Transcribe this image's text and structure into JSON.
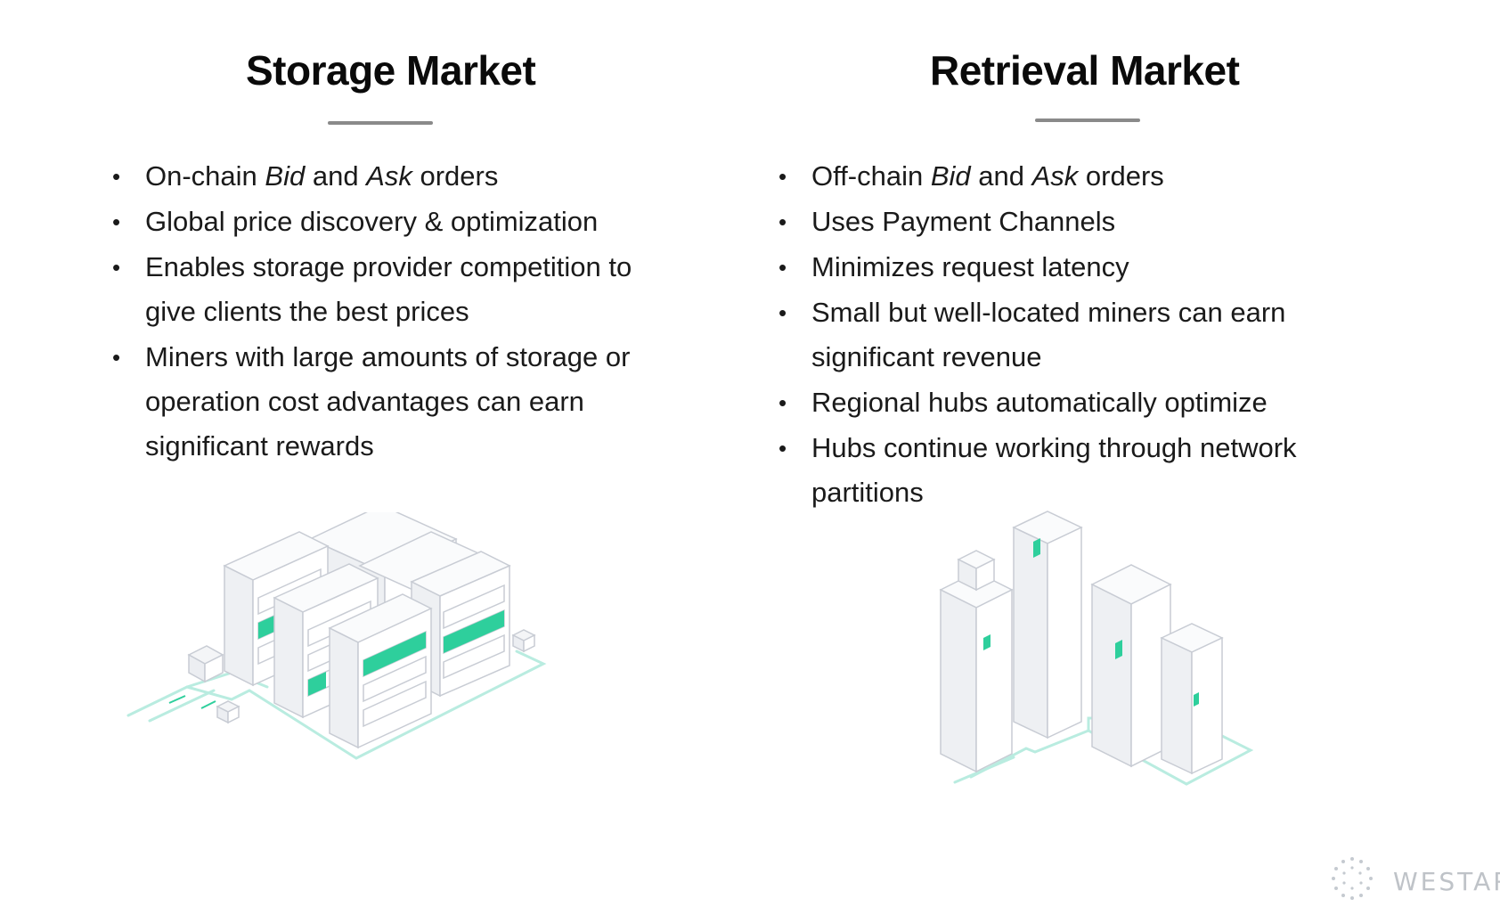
{
  "storage": {
    "title": "Storage Market",
    "items": [
      {
        "parts": [
          {
            "t": "On-chain "
          },
          {
            "t": "Bid",
            "em": true
          },
          {
            "t": " and "
          },
          {
            "t": "Ask",
            "em": true
          },
          {
            "t": " orders"
          }
        ]
      },
      {
        "parts": [
          {
            "t": "Global price discovery & optimization"
          }
        ]
      },
      {
        "parts": [
          {
            "t": "Enables storage provider competition to give clients the best prices"
          }
        ]
      },
      {
        "parts": [
          {
            "t": "Miners with large amounts of storage or operation cost advantages can earn significant rewards"
          }
        ]
      }
    ]
  },
  "retrieval": {
    "title": "Retrieval Market",
    "items": [
      {
        "parts": [
          {
            "t": "Off-chain "
          },
          {
            "t": "Bid",
            "em": true
          },
          {
            "t": " and "
          },
          {
            "t": "Ask",
            "em": true
          },
          {
            "t": " orders"
          }
        ]
      },
      {
        "parts": [
          {
            "t": "Uses Payment Channels"
          }
        ]
      },
      {
        "parts": [
          {
            "t": "Minimizes request latency"
          }
        ]
      },
      {
        "parts": [
          {
            "t": "Small but well-located miners can earn significant revenue"
          }
        ]
      },
      {
        "parts": [
          {
            "t": "Regional hubs automatically optimize"
          }
        ]
      },
      {
        "parts": [
          {
            "t": "Hubs continue working through network partitions"
          }
        ]
      }
    ]
  },
  "logo": {
    "text": "WESTAR",
    "icon": "spiral-dots-icon"
  },
  "illustrations": {
    "storage": "isometric-server-racks-illustration",
    "retrieval": "isometric-city-buildings-illustration"
  },
  "colors": {
    "accent": "#2ecf9c",
    "line": "#b9ece0",
    "outline": "#c8ccd4",
    "rule": "#8a8a8a",
    "logo": "#bfc3c8"
  }
}
